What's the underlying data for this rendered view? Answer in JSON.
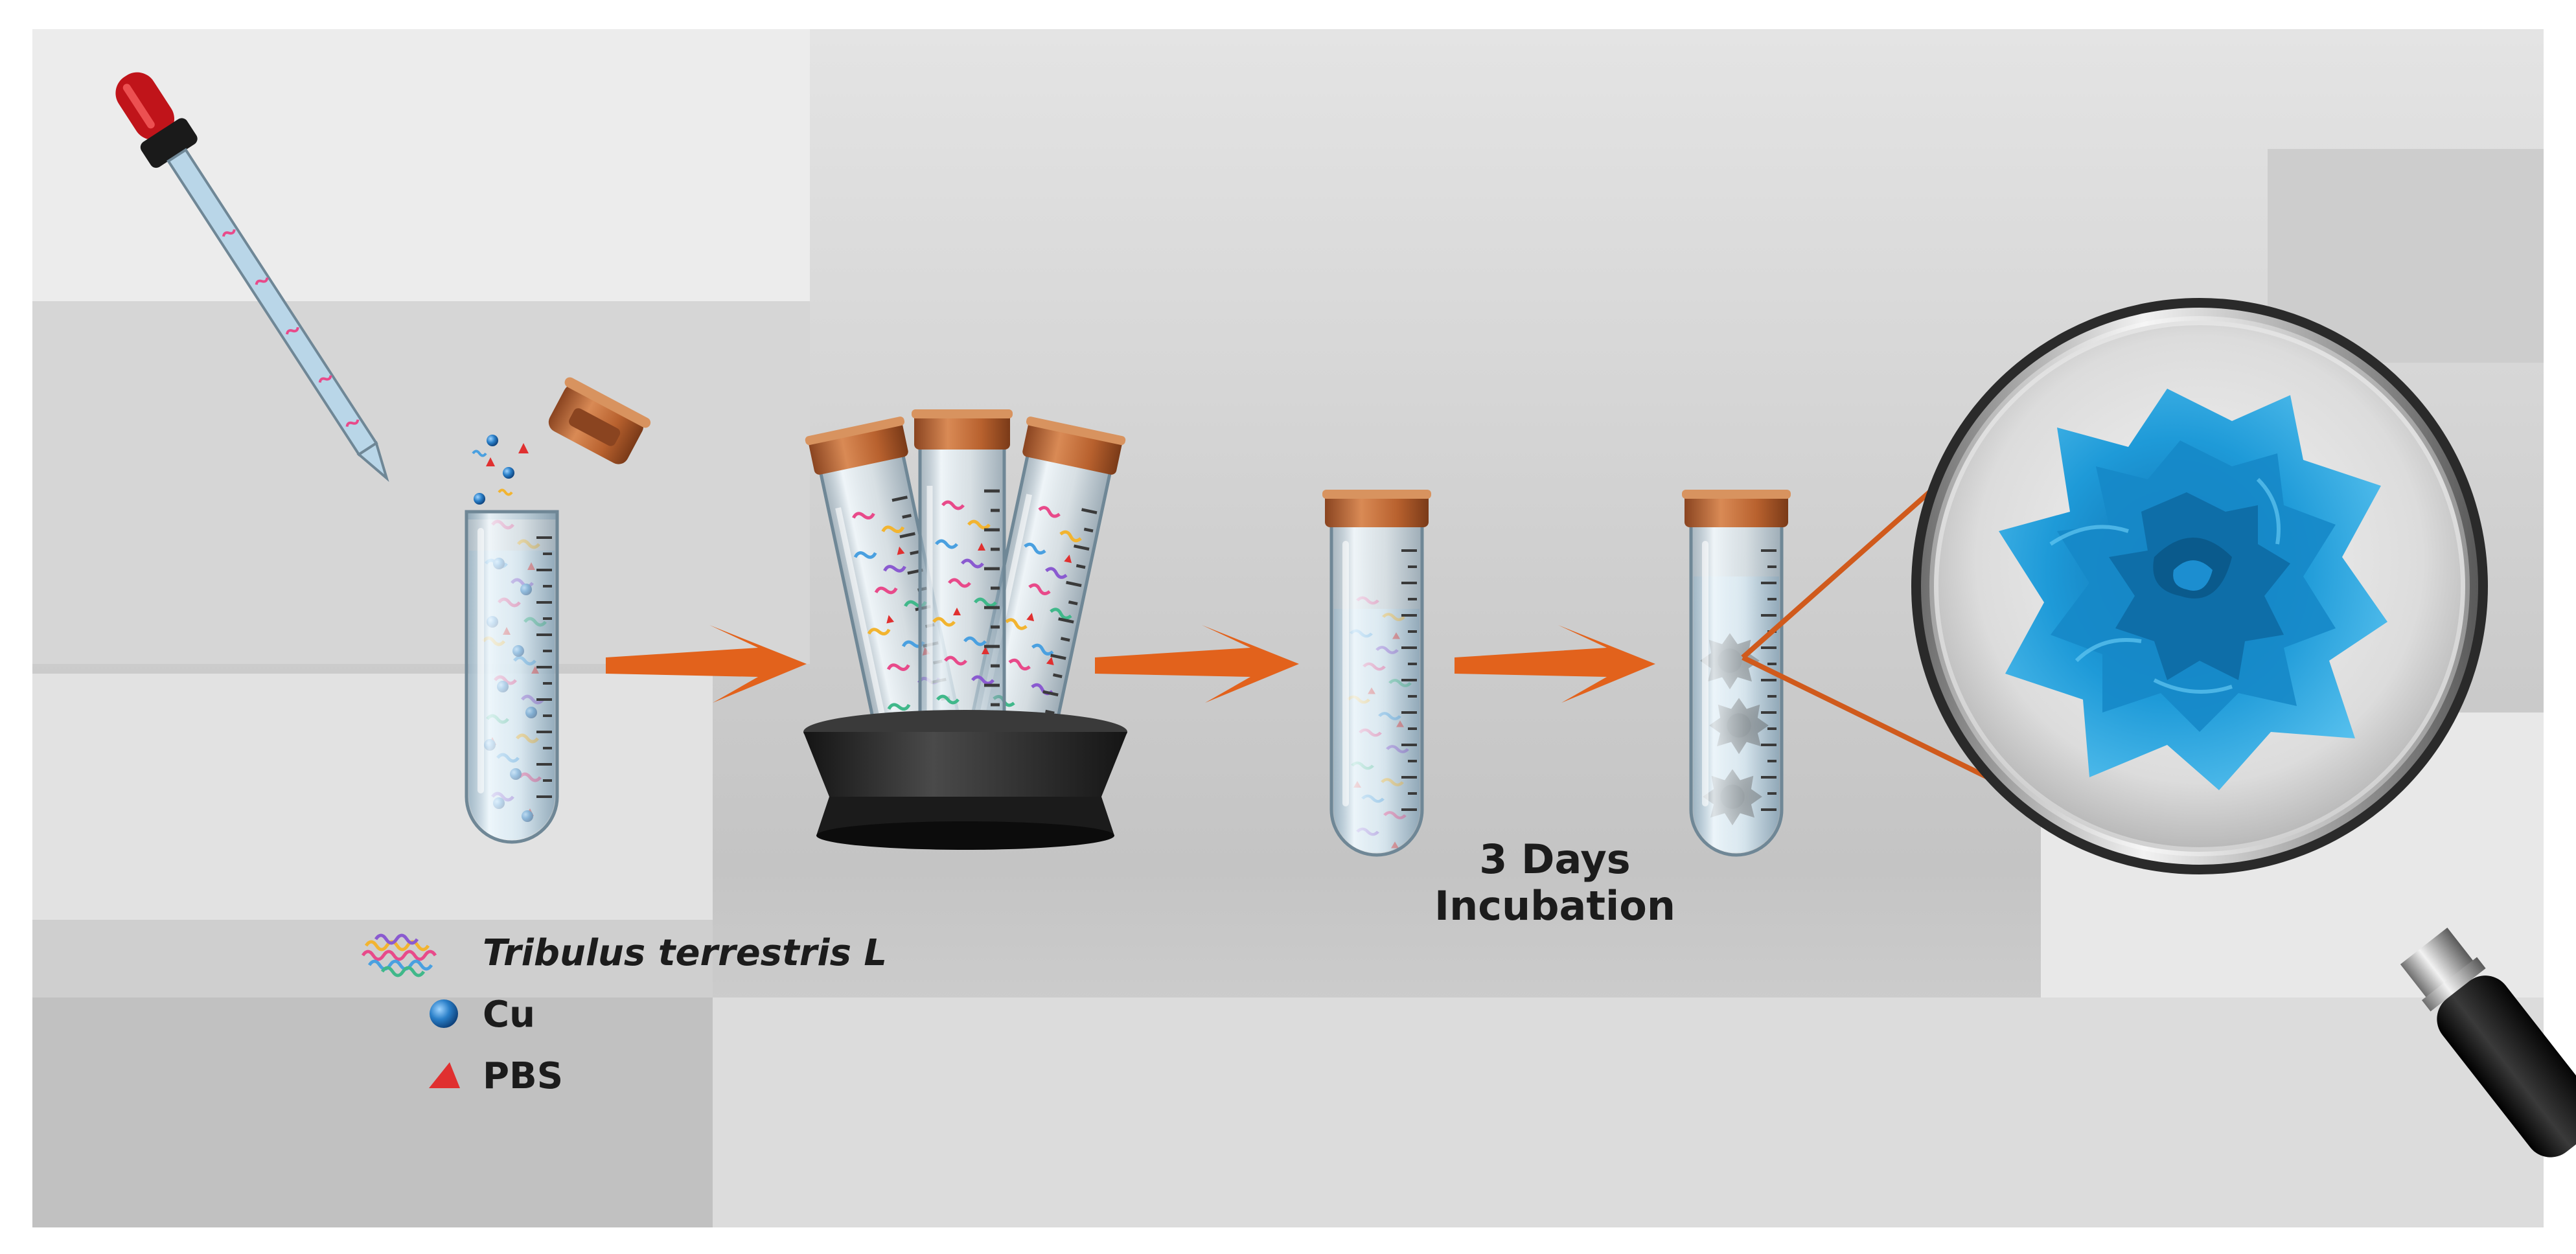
{
  "legend": {
    "items": [
      {
        "label": "Tribulus terrestris L",
        "italic": true,
        "symbol": "tribulus-squiggle-icon"
      },
      {
        "label": "Cu",
        "italic": false,
        "symbol": "cu-sphere-icon"
      },
      {
        "label": "PBS",
        "italic": false,
        "symbol": "pbs-triangle-icon"
      }
    ]
  },
  "step_caption": {
    "line1": "3 Days",
    "line2": "Incubation"
  },
  "colors": {
    "arrow": "#e2621c",
    "cap": "#b8612e",
    "cu": "#2a7fc8",
    "pbs": "#e03030",
    "nanoflower": "#1e9ad8",
    "dropper_bulb": "#c0141a",
    "shaker_base": "#2a2a2a"
  }
}
